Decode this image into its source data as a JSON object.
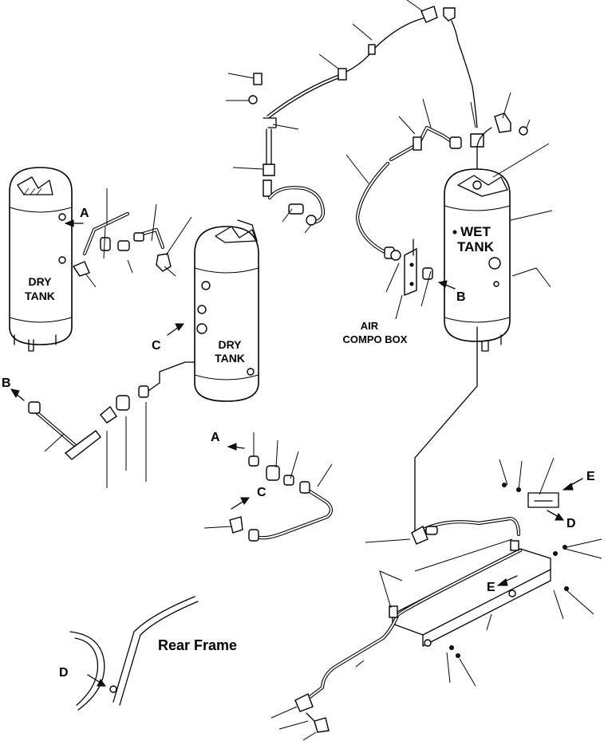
{
  "tanks": {
    "left": [
      "DRY",
      "TANK"
    ],
    "middle": [
      "DRY",
      "TANK"
    ],
    "wet": [
      "WET",
      "TANK"
    ]
  },
  "box": [
    "AIR",
    "COMPO  BOX"
  ],
  "frame": "Rear  Frame",
  "refs": {
    "a1": "A",
    "a2": "A",
    "b1": "B",
    "b2": "B",
    "c1": "C",
    "c2": "C",
    "d1": "D",
    "d2": "D",
    "e1": "E",
    "e2": "E"
  }
}
